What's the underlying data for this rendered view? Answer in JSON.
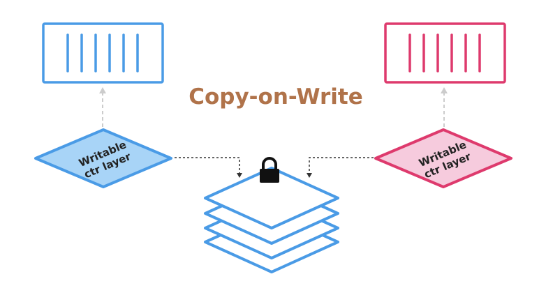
{
  "title": "Copy-on-Write",
  "left_layer": {
    "line1": "Writable",
    "line2": "ctr layer"
  },
  "right_layer": {
    "line1": "Writable",
    "line2": "ctr layer"
  },
  "colors": {
    "title": "#b0734a",
    "blue_stroke": "#4a9be6",
    "blue_fill": "#a8d4f7",
    "pink_stroke": "#de3a6d",
    "pink_fill": "#f6cbdd",
    "image_layer_fill": "#ffffff",
    "arrow_gray": "#cccccc",
    "dashed_black": "#333333",
    "lock": "#111111"
  },
  "icons": {
    "left_container": "container-icon",
    "right_container": "container-icon",
    "lock": "lock-icon",
    "image_layers": "layer-stack-icon"
  }
}
